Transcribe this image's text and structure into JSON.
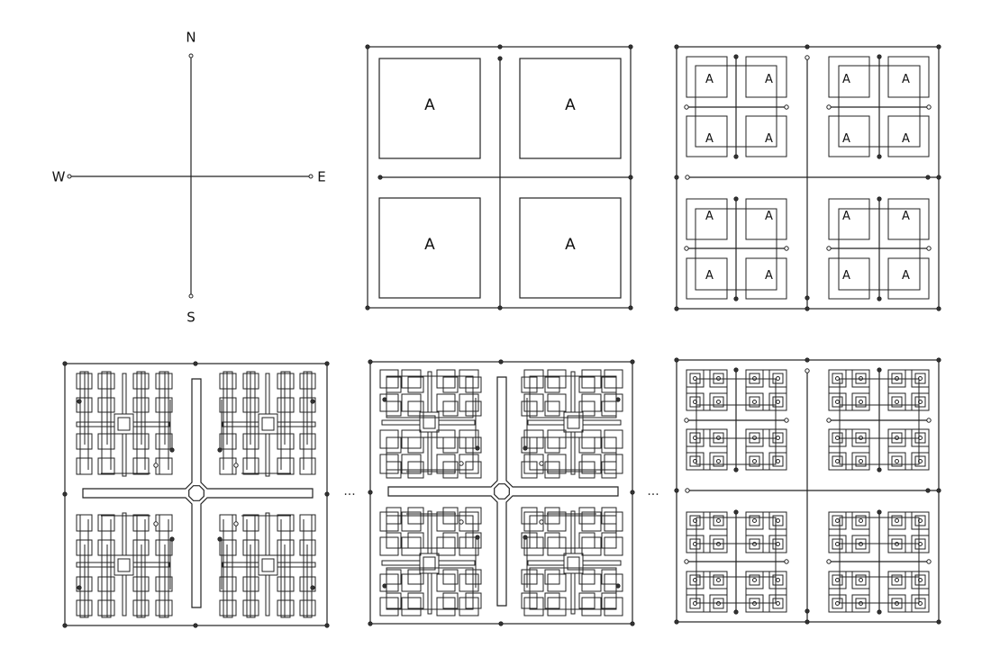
{
  "compass": {
    "north": "N",
    "south": "S",
    "west": "W",
    "east": "E"
  },
  "block_label": "A",
  "ellipsis": [
    "...",
    "..."
  ],
  "colors": {
    "line": "#222222",
    "background": "#ffffff"
  }
}
